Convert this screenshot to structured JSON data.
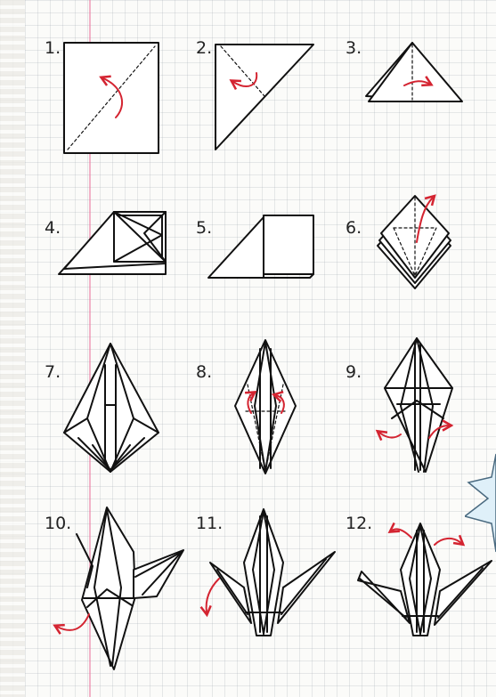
{
  "step_numbers": [
    "1.",
    "2.",
    "3.",
    "4.",
    "5.",
    "6.",
    "7.",
    "8.",
    "9.",
    "10.",
    "11.",
    "12."
  ],
  "colors": {
    "ink": "#111111",
    "arrow": "#d42431",
    "margin_line": "#eb78a0",
    "grid": "#a0aab4",
    "sticker": "#dff0f9"
  },
  "icons": [
    "fold-arrow-icon",
    "starburst-sticker-icon"
  ]
}
